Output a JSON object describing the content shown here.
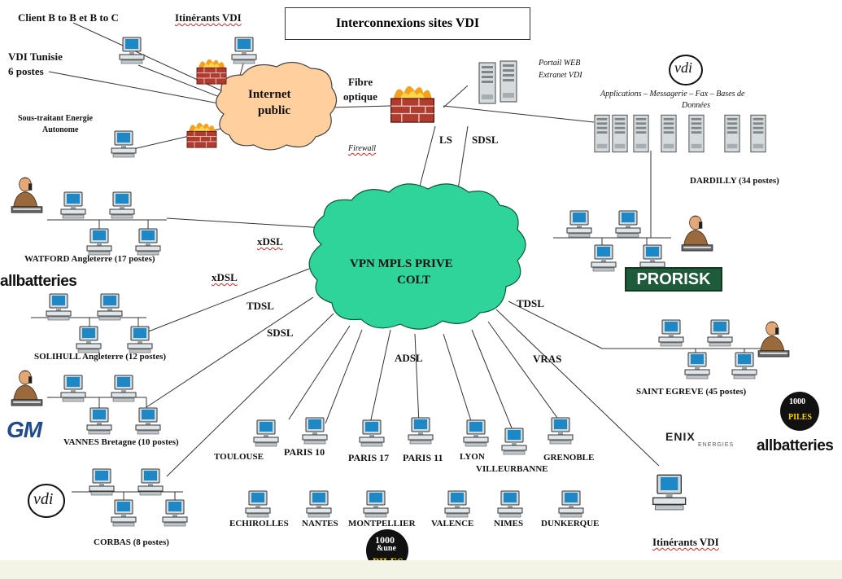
{
  "title": "Interconnexions sites VDI",
  "clouds": {
    "internet": [
      "Internet",
      "public"
    ],
    "vpn": [
      "VPN MPLS PRIVE",
      "COLT"
    ]
  },
  "labels": {
    "client_b2b": "Client B to B et B to C",
    "itinerants_top": "Itinérants VDI",
    "vdi_tunisie_1": "VDI Tunisie",
    "vdi_tunisie_2": "6 postes",
    "sous_traitant_1": "Sous-traitant Energie",
    "sous_traitant_2": "Autonome",
    "fibre_1": "Fibre",
    "fibre_2": "optique",
    "firewall": "Firewall",
    "portail_1": "Portail WEB",
    "portail_2": "Extranet VDI",
    "apps_1": "Applications – Messagerie – Fax – Bases de",
    "apps_2": "Données",
    "dardilly": "DARDILLY (34 postes)",
    "watford": "WATFORD Angleterre (17 postes)",
    "solihull": "SOLIHULL Angleterre (12 postes)",
    "vannes": "VANNES Bretagne (10 postes)",
    "corbas": "CORBAS (8 postes)",
    "saint_egreve": "SAINT EGREVE (45 postes)",
    "itinerants_bottom": "Itinérants VDI"
  },
  "links": {
    "ls": "LS",
    "sdsl_top": "SDSL",
    "xdsl_1": "xDSL",
    "xdsl_2": "xDSL",
    "tdsl_left": "TDSL",
    "sdsl_left": "SDSL",
    "adsl": "ADSL",
    "vras": "VRAS",
    "tdsl_right": "TDSL"
  },
  "cities_row1": [
    "TOULOUSE",
    "PARIS 10",
    "PARIS 17",
    "PARIS 11",
    "LYON",
    "VILLEURBANNE",
    "GRENOBLE"
  ],
  "cities_row2": [
    "ECHIROLLES",
    "NANTES",
    "MONTPELLIER",
    "VALENCE",
    "NIMES",
    "DUNKERQUE"
  ],
  "logos": {
    "allbatteries": "allbatteries",
    "prorisk": "PRORISK",
    "gm": "GM",
    "enix": "ENIX",
    "enix_sub": "ENERGIES",
    "vdi": "vdi",
    "piles_1": "1000",
    "piles_2": "&une",
    "piles_3": "PILES"
  },
  "colors": {
    "internet_cloud": "#ffcf9e",
    "vpn_cloud": "#2fd49a",
    "firewall": "#c0392b",
    "prorisk": "#1e5b3a",
    "allbatteries_green": "#2d9a2d"
  },
  "icons": [
    "computer-icon",
    "server-icon",
    "firewall-icon",
    "user-phone-icon",
    "cloud-icon"
  ]
}
